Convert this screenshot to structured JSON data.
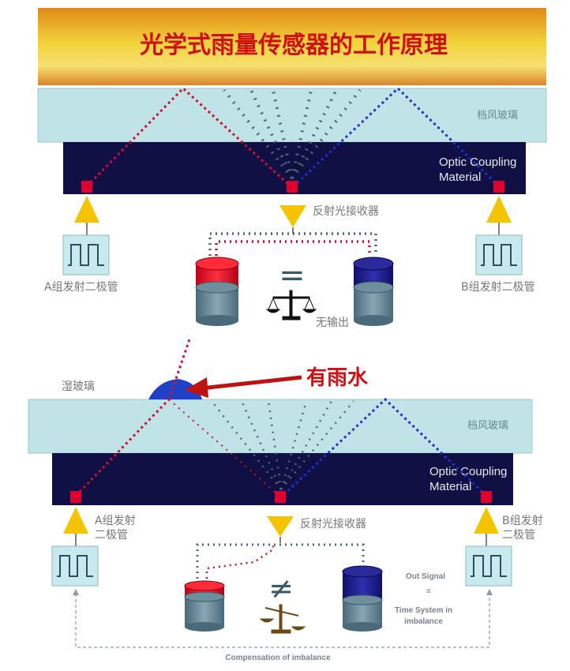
{
  "title": "光学式雨量传感器的工作原理",
  "colors": {
    "glass": "#bfe3e6",
    "coupling": "#101045",
    "red_beam": "#d01030",
    "blue_beam": "#2030c8",
    "gray_beam": "#4a6a6e",
    "triangle": "#f5c400",
    "water": "#3050c0"
  },
  "top": {
    "glass_label": "档风玻璃",
    "optic_line1": "Optic Coupling",
    "optic_line2": "Material",
    "receiver_label": "反射光接收器",
    "diode_a_label": "A组发射二极管",
    "diode_b_label": "B组发射二极管",
    "equal_sign": "=",
    "output_label": "无输出"
  },
  "bottom": {
    "wet_glass_label": "湿玻璃",
    "rain_label": "有雨水",
    "glass_label": "档风玻璃",
    "optic_line1": "Optic Coupling",
    "optic_line2": "Material",
    "receiver_label": "反射光接收器",
    "diode_a_line1": "A组发射",
    "diode_a_line2": "二极管",
    "diode_b_line1": "B组发射",
    "diode_b_line2": "二极管",
    "not_equal_sign": "≠",
    "out_signal": "Out Signal",
    "eq_small": "=",
    "time_system_line1": "Time System in",
    "time_system_line2": "imbalance",
    "compensation": "Compensation of imbalance"
  }
}
